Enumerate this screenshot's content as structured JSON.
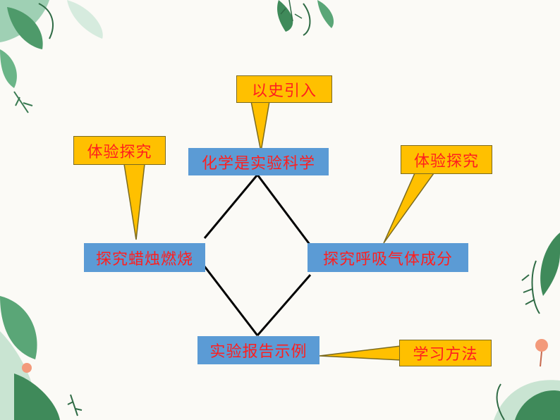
{
  "diagram": {
    "top_node": "化学是实验科学",
    "left_node": "探究蜡烛燃烧",
    "right_node": "探究呼吸气体成分",
    "bottom_node": "实验报告示例",
    "callout_top": "以史引入",
    "callout_left": "体验探究",
    "callout_right": "体验探究",
    "callout_bottom": "学习方法"
  },
  "colors": {
    "node_fill": "#5b9bd5",
    "node_text": "#ff1e1e",
    "callout_fill": "#ffc000",
    "leaf_dark": "#3f8a5a",
    "leaf_light": "#c9e4d2"
  }
}
